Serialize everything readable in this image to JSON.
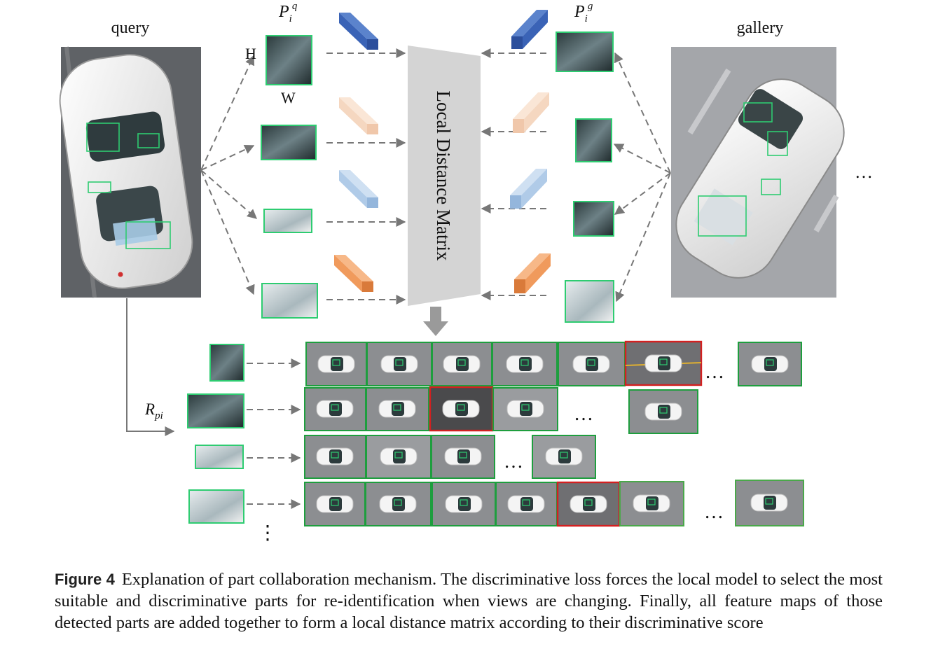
{
  "figure": {
    "query_label": "query",
    "gallery_label": "gallery",
    "pq_symbol": "P",
    "pq_sub": "i",
    "pq_sup": "q",
    "pg_symbol": "P",
    "pg_sub": "i",
    "pg_sup": "g",
    "h_label": "H",
    "w_label": "W",
    "matrix_label": "Local Distance Matrix",
    "rpi_symbol": "R",
    "rpi_sub": "pi",
    "ellipsis": "…",
    "vertical_ellipsis": "⋮",
    "colors": {
      "part_box": "#2ecc71",
      "ranked_match_border": "#1e9e3e",
      "ranked_mismatch_border": "#d42020",
      "arrow": "#777777",
      "matrix_fill": "#d4d4d4",
      "feature_cubes": [
        "#3a63b6",
        "#f5d7c0",
        "#b0cbe8",
        "#f09a5c"
      ]
    }
  },
  "caption": {
    "label": "Figure 4",
    "text": "Explanation of part collaboration mechanism. The discriminative loss forces the local model to select the most suitable and discriminative parts for re-identification when views are changing. Finally, all feature maps of those detected parts are added together to form a local distance matrix according to their discriminative score"
  }
}
